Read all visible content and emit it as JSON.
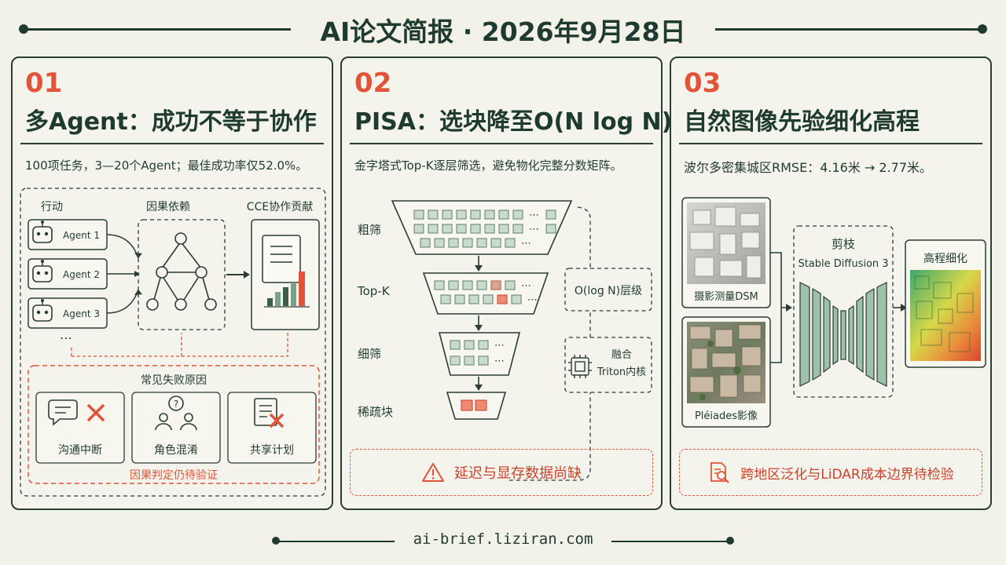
{
  "header": {
    "title": "AI论文简报 · 2026年9月28日"
  },
  "footer": {
    "url": "ai-brief.liziran.com"
  },
  "panels": [
    {
      "num": "01",
      "title": "多Agent：成功不等于协作",
      "subtitle": "100项任务，3—20个Agent；最佳成功率仅52.0%。",
      "labels": {
        "actions": "行动",
        "causal": "因果依赖",
        "cce": "CCE协作贡献",
        "agents": [
          "Agent 1",
          "Agent 2",
          "Agent 3"
        ],
        "more": "⋯",
        "failure_title": "常见失败原因",
        "failures": [
          "沟通中断",
          "角色混淆",
          "共享计划"
        ],
        "failure_note": "因果判定仍待验证"
      }
    },
    {
      "num": "02",
      "title": "PISA：选块降至O(N log N)",
      "subtitle": "金字塔式Top-K逐层筛选，避免物化完整分数矩阵。",
      "labels": {
        "stages": [
          "粗筛",
          "Top-K",
          "细筛",
          "稀疏块"
        ],
        "side_box": "O(log N)层级",
        "fuse_1": "融合",
        "fuse_2": "Triton内核",
        "warning": "延迟与显存数据尚缺"
      }
    },
    {
      "num": "03",
      "title": "自然图像先验细化高程",
      "subtitle": "波尔多密集城区RMSE：4.16米 → 2.77米。",
      "labels": {
        "dsm": "摄影测量DSM",
        "pleiades": "Pléiades影像",
        "prune": "剪枝",
        "model": "Stable Diffusion 3",
        "refine": "高程细化",
        "warning": "跨地区泛化与LiDAR成本边界待检验"
      }
    }
  ],
  "colors": {
    "ink": "#1f3b30",
    "accent": "#e2543a",
    "green": "#6f9a7d",
    "light_green": "#c9dbcc",
    "bg": "#f3f2e9"
  }
}
